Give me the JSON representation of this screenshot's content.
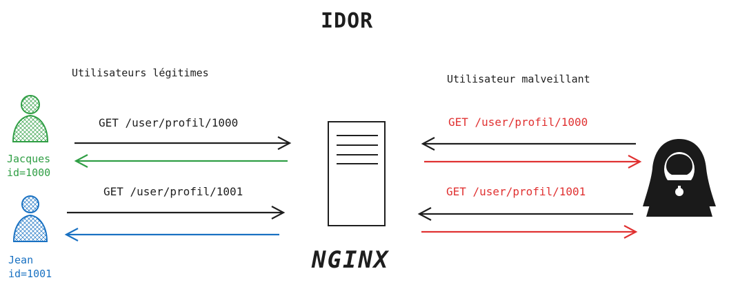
{
  "title": "IDOR",
  "legit_label": "Utilisateurs légitimes",
  "malicious_label": "Utilisateur malveillant",
  "server_label": "NGINX",
  "users": [
    {
      "name": "Jacques",
      "id_label": "id=1000",
      "color": "#2f9e44"
    },
    {
      "name": "Jean",
      "id_label": "id=1001",
      "color": "#1971c2"
    }
  ],
  "requests": {
    "legit_1": "GET /user/profil/1000",
    "legit_2": "GET /user/profil/1001",
    "attack_1": "GET /user/profil/1000",
    "attack_2": "GET /user/profil/1001"
  },
  "colors": {
    "ink": "#1e1e1e",
    "attack": "#e03131",
    "green": "#2f9e44",
    "blue": "#1971c2"
  },
  "icons": {
    "user": "user-icon",
    "server": "server-icon",
    "hacker": "hacker-icon"
  }
}
